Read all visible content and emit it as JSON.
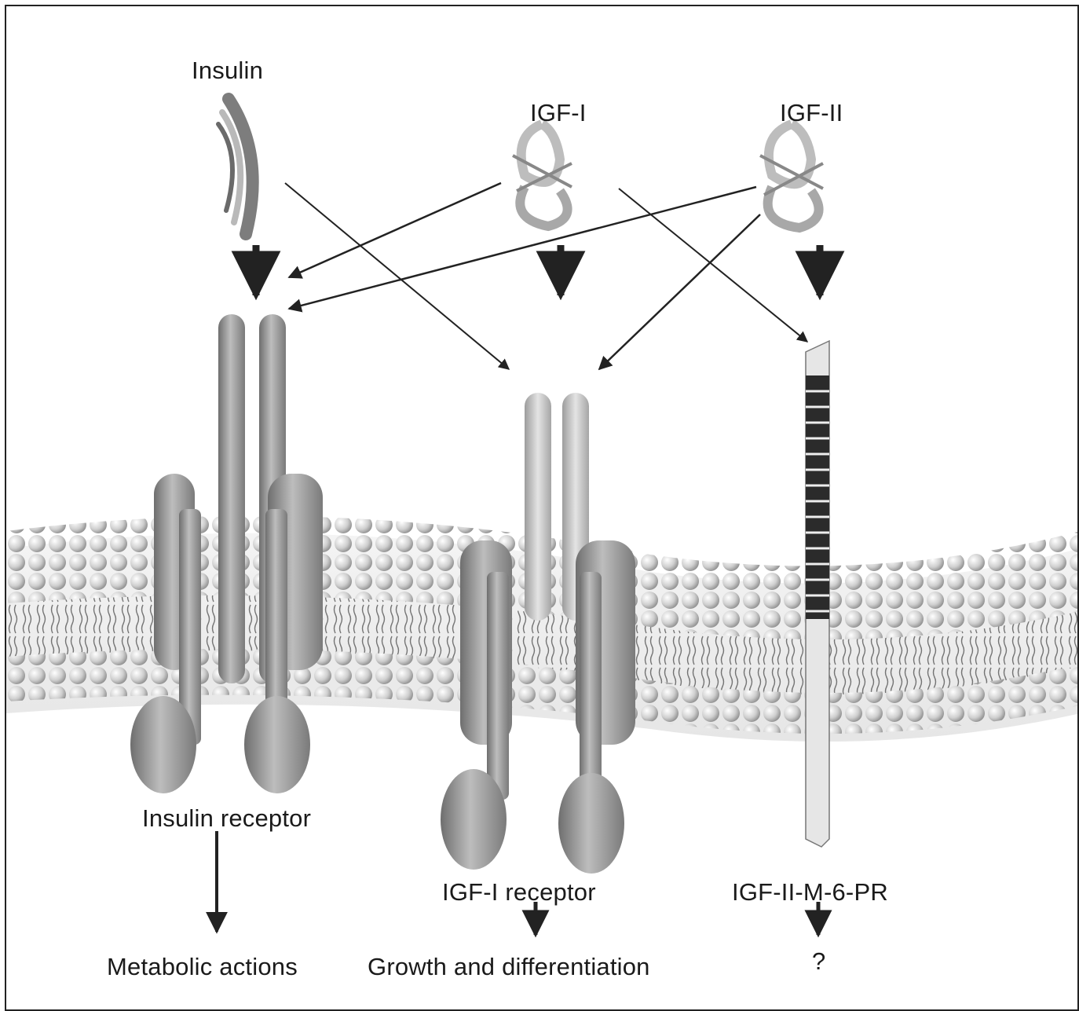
{
  "ligands": {
    "insulin": "Insulin",
    "igf1": "IGF-I",
    "igf2": "IGF-II"
  },
  "receptors": {
    "insulin_receptor": "Insulin receptor",
    "igf1_receptor": "IGF-I receptor",
    "igf2_m6pr": "IGF-II-M-6-PR"
  },
  "outcomes": {
    "insulin": "Metabolic actions",
    "igf1": "Growth and differentiation",
    "igf2": "?"
  },
  "colors": {
    "frame": "#222222",
    "arrow": "#222222",
    "membrane_bead": "#cfcfcf",
    "receptor_dark": "#8a8a8a",
    "receptor_light": "#c4c4c4",
    "m6pr_band": "#2b2b2b"
  }
}
